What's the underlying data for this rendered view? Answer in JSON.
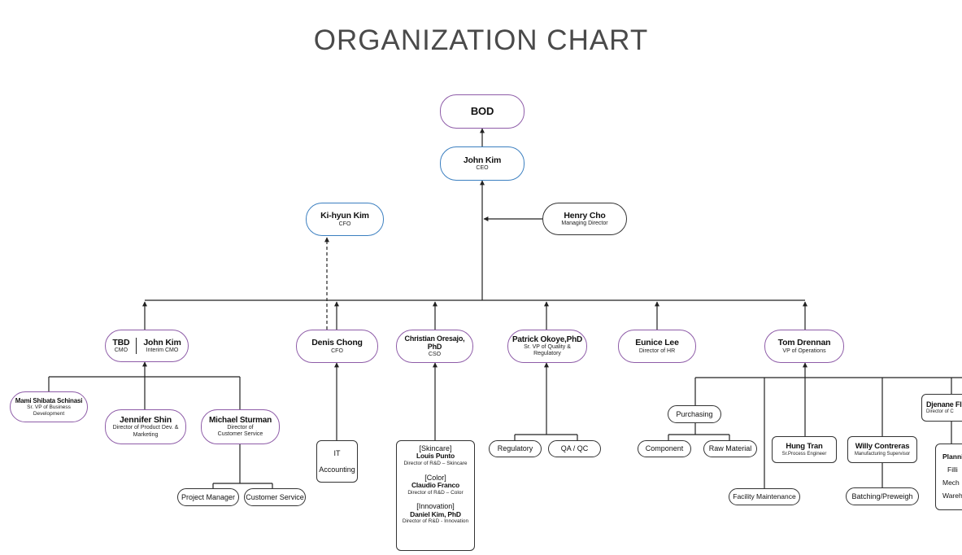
{
  "title": "ORGANIZATION CHART",
  "colors": {
    "cfo_border": "#3b7fc0",
    "exec_border": "#8e5ca8",
    "line": "#222222"
  },
  "nodes": {
    "bod": {
      "name": "BOD"
    },
    "ceo": {
      "name": "John Kim",
      "role": "CEO"
    },
    "cfo": {
      "name": "Ki-hyun Kim",
      "role": "CFO"
    },
    "md": {
      "name": "Henry Cho",
      "role": "Managing Director"
    },
    "cmo": {
      "name1": "TBD",
      "role1": "CMO",
      "name2": "John Kim",
      "role2": "Interim CMO"
    },
    "denis": {
      "name": "Denis Chong",
      "role": "CFO"
    },
    "cso": {
      "name": "Christian Oresajo, PhD",
      "role": "CSO"
    },
    "patrick": {
      "name": "Patrick Okoye,PhD",
      "role": "Sr. VP of Quality & Regulatory"
    },
    "hr": {
      "name": "Eunice Lee",
      "role": "Director of HR"
    },
    "ops": {
      "name": "Tom Drennan",
      "role": "VP of Operations"
    },
    "mami": {
      "name": "Mami Shibata Schinasi",
      "role": "Sr. VP of Business Development"
    },
    "jennifer": {
      "name": "Jennifer Shin",
      "role": "Director of Product Dev. & Marketing"
    },
    "michael": {
      "name": "Michael Sturman",
      "role": "Director of Customer Service"
    },
    "pm": {
      "label": "Project Manager"
    },
    "cs": {
      "label": "Customer Service"
    },
    "it": {
      "line1": "IT",
      "line2": "Accounting"
    },
    "rnd": {
      "skin_tag": "[Skincare]",
      "skin_name": "Louis Punto",
      "skin_role": "Director of R&D – Skincare",
      "color_tag": "[Color]",
      "color_name": "Claudio Franco",
      "color_role": "Director of R&D – Color",
      "innov_tag": "[Innovation]",
      "innov_name": "Daniel Kim, PhD",
      "innov_role": "Director of R&D - Innovation"
    },
    "regulatory": {
      "label": "Regulatory"
    },
    "qaqc": {
      "label": "QA / QC"
    },
    "purchasing": {
      "label": "Purchasing"
    },
    "component": {
      "label": "Component"
    },
    "raw": {
      "label": "Raw Material"
    },
    "facility": {
      "label": "Facility Maintenance"
    },
    "hung": {
      "name": "Hung Tran",
      "role": "Sr.Process Engineer"
    },
    "willy": {
      "name": "Willy Contreras",
      "role": "Manufacturing Supervisor"
    },
    "batching": {
      "label": "Batching/Preweigh"
    },
    "djenane": {
      "name": "Djenane Fl",
      "role": "Director of C"
    },
    "plant": {
      "l1": "Planni",
      "l2": "Filli",
      "l3": "Mech",
      "l4": "Wareh"
    }
  }
}
